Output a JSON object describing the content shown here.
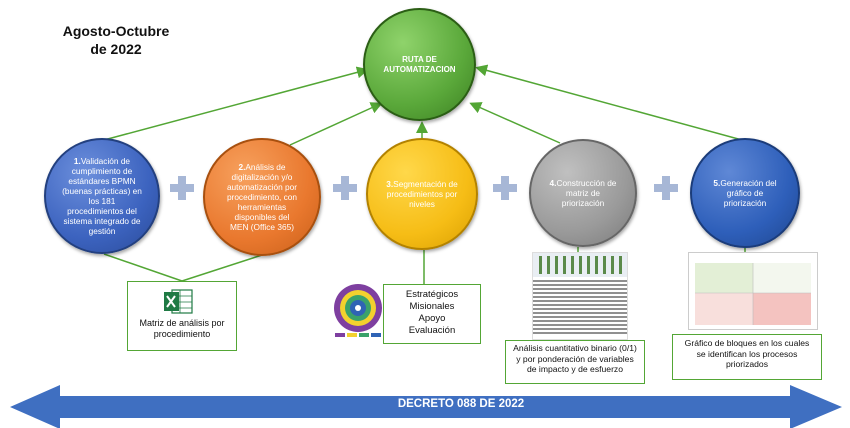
{
  "header": {
    "date_line1": "Agosto-Octubre",
    "date_line2": "de 2022"
  },
  "center": {
    "line1": "RUTA DE",
    "line2": "AUTOMATIZACION"
  },
  "steps": [
    {
      "num": "1.",
      "lines": [
        "Validación de",
        "cumplimiento de",
        "estándares BPMN",
        "(buenas prácticas) en",
        "los 181",
        "procedimientos del",
        "sistema integrado de",
        "gestión"
      ]
    },
    {
      "num": "2.",
      "lines": [
        "Análisis de",
        "digitalización y/o",
        "automatización por",
        "procedimiento, con",
        "herramientas",
        "disponibles del",
        "MEN (Office 365)"
      ]
    },
    {
      "num": "3.",
      "lines": [
        "Segmentación de",
        "procedimientos por",
        "niveles"
      ]
    },
    {
      "num": "4.",
      "lines": [
        "Construcción de",
        "matriz de",
        "priorización"
      ]
    },
    {
      "num": "5.",
      "lines": [
        "Generación del",
        "gráfico de",
        "priorización"
      ]
    }
  ],
  "boxes": {
    "matrix": {
      "line1": "Matriz de análisis por",
      "line2": "procedimiento",
      "icon": "excel-icon"
    },
    "levels": [
      "Estratégicos",
      "Misionales",
      "Apoyo",
      "Evaluación"
    ],
    "analysis": [
      "Análisis cuantitativo binario (0/1)",
      "y por ponderación de variables",
      "de impacto y de esfuerzo"
    ],
    "chart": [
      "Gráfico de bloques en los cuales",
      "se identifican los procesos",
      "priorizados"
    ]
  },
  "footer": {
    "arrow_label": "DECRETO 088 DE 2022"
  },
  "colors": {
    "green": "#5aa83a",
    "blue": "#3c63bf",
    "orange": "#e9782e",
    "yellow": "#f6bd16",
    "gray": "#9a9a9a",
    "arrow": "#3f6fc1",
    "plus": "#a7b7d6"
  }
}
